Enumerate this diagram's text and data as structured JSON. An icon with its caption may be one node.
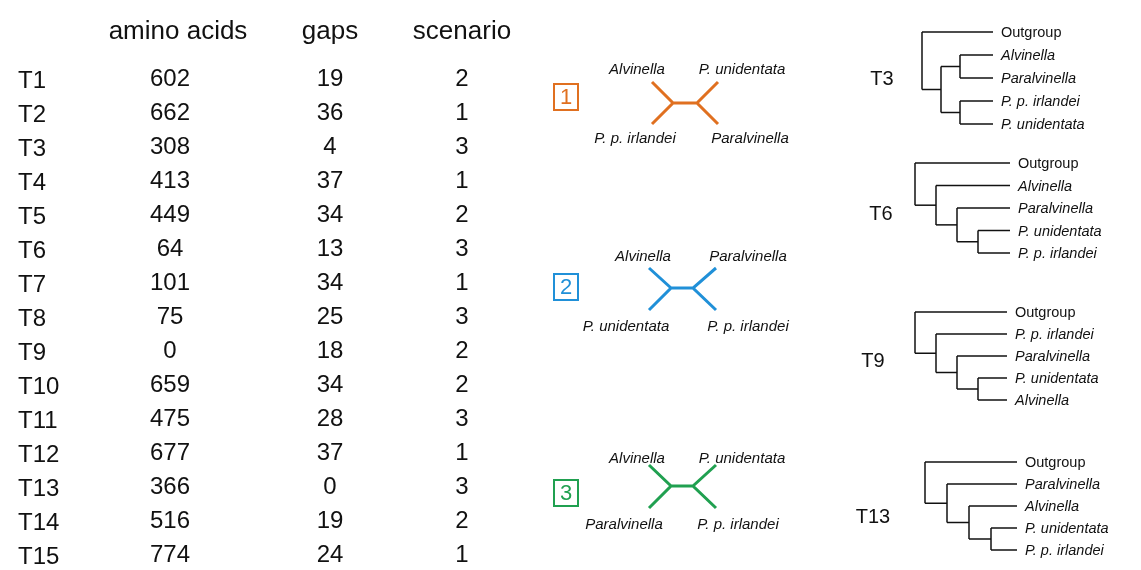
{
  "diagram": {
    "nodes": [
      {
        "text": [
          "1"
        ]
      },
      {
        "text": [
          "2"
        ]
      },
      {
        "text": [
          "3"
        ]
      }
    ],
    "labels": [
      "amino acids",
      "gaps",
      "scenario",
      "T1",
      "602",
      "19",
      "2",
      "T2",
      "662",
      "36",
      "1",
      "T3",
      "308",
      "4",
      "3",
      "T4",
      "413",
      "37",
      "1",
      "T5",
      "449",
      "34",
      "2",
      "T6",
      "64",
      "13",
      "3",
      "T7",
      "101",
      "34",
      "1",
      "T8",
      "75",
      "25",
      "3",
      "T9",
      "0",
      "18",
      "2",
      "T10",
      "659",
      "34",
      "2",
      "T11",
      "475",
      "28",
      "3",
      "T12",
      "677",
      "37",
      "1",
      "T13",
      "366",
      "0",
      "3",
      "T14",
      "516",
      "19",
      "2",
      "T15",
      "774",
      "24",
      "1",
      "Alvinella",
      "P. unidentata",
      "P. p. irlandei",
      "Paralvinella",
      "Alvinella",
      "Paralvinella",
      "P. unidentata",
      "P. p. irlandei",
      "Alvinella",
      "P. unidentata",
      "Paralvinella",
      "P. p. irlandei",
      "T3",
      "Outgroup",
      "Alvinella",
      "Paralvinella",
      "P. p. irlandei",
      "P. unidentata",
      "T6",
      "Outgroup",
      "Alvinella",
      "Paralvinella",
      "P. unidentata",
      "P. p. irlandei",
      "T9",
      "Outgroup",
      "P. p. irlandei",
      "Paralvinella",
      "P. unidentata",
      "Alvinella",
      "T13",
      "Outgroup",
      "Paralvinella",
      "Alvinella",
      "P. unidentata",
      "P. p. irlandei"
    ]
  }
}
